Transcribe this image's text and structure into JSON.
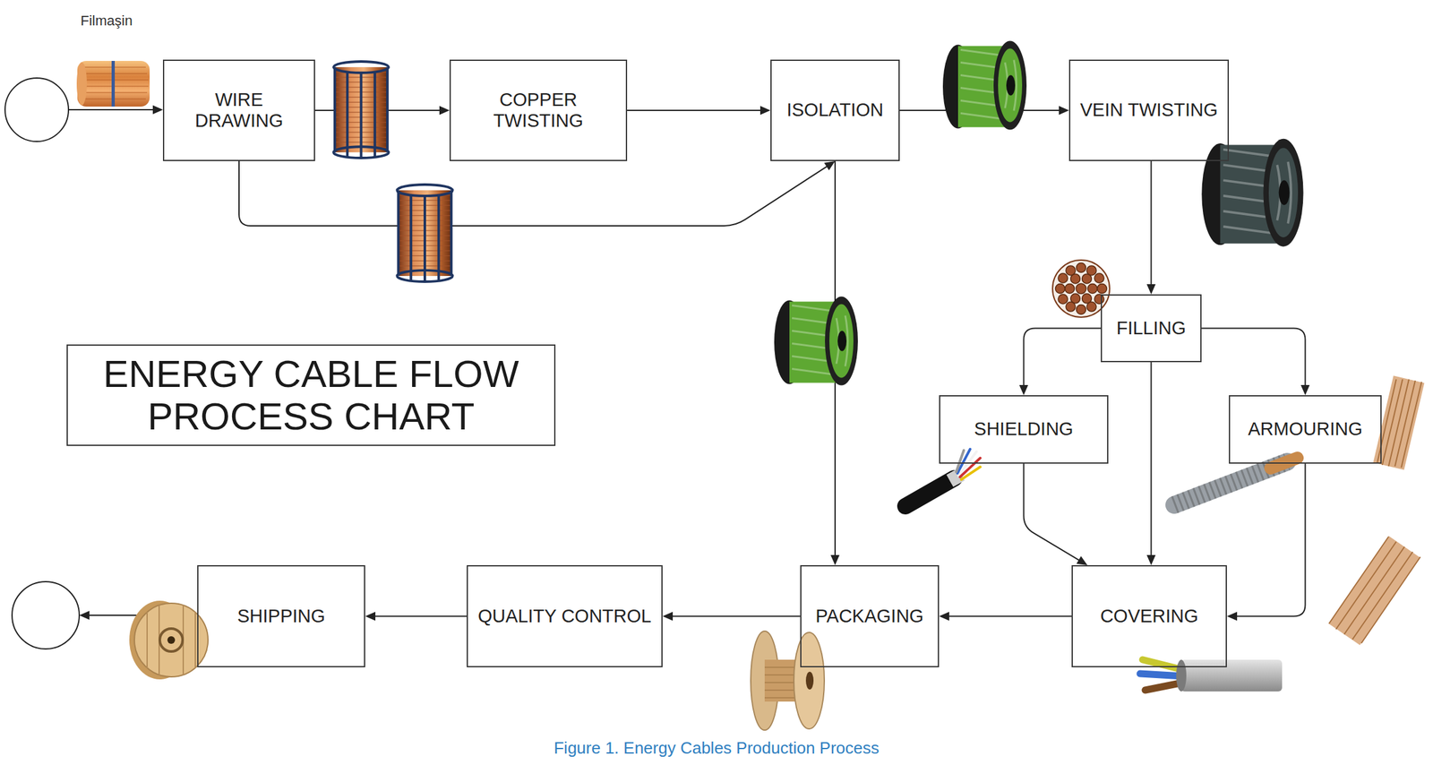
{
  "diagram": {
    "title": "ENERGY CABLE FLOW PROCESS CHART",
    "caption": "Figure 1. Energy Cables Production Process",
    "nodes": [
      {
        "text": [
          "WIRE DRAWING"
        ]
      },
      {
        "text": [
          "COPPER TWISTING"
        ]
      },
      {
        "text": [
          "ISOLATION"
        ]
      },
      {
        "text": [
          "VEIN TWISTING"
        ]
      },
      {
        "text": [
          "FILLING"
        ]
      },
      {
        "text": [
          "SHIELDING"
        ]
      },
      {
        "text": [
          "ARMOURING"
        ]
      },
      {
        "text": [
          "COVERING"
        ]
      },
      {
        "text": [
          "PACKAGING"
        ]
      },
      {
        "text": [
          "QUALITY CONTROL"
        ]
      },
      {
        "text": [
          "SHIPPING"
        ]
      }
    ],
    "edges": [
      {
        "from": 0,
        "to": 1,
        "arrow": "to"
      },
      {
        "from": 0,
        "to": 2,
        "arrow": "to"
      },
      {
        "from": 1,
        "to": 2,
        "arrow": "to"
      },
      {
        "from": 2,
        "to": 3,
        "arrow": "to"
      },
      {
        "from": 2,
        "to": 8,
        "arrow": "to"
      },
      {
        "from": 3,
        "to": 4,
        "arrow": "to"
      },
      {
        "from": 4,
        "to": 5,
        "arrow": "to"
      },
      {
        "from": 4,
        "to": 7,
        "arrow": "to"
      },
      {
        "from": 4,
        "to": 6,
        "arrow": "to"
      },
      {
        "from": 5,
        "to": 7,
        "arrow": "to"
      },
      {
        "from": 6,
        "to": 7,
        "arrow": "to"
      },
      {
        "from": 7,
        "to": 8,
        "arrow": "to"
      },
      {
        "from": 8,
        "to": 9,
        "arrow": "to"
      },
      {
        "from": 9,
        "to": 10,
        "arrow": "to"
      }
    ],
    "labels": [
      "Filmaşin"
    ]
  }
}
